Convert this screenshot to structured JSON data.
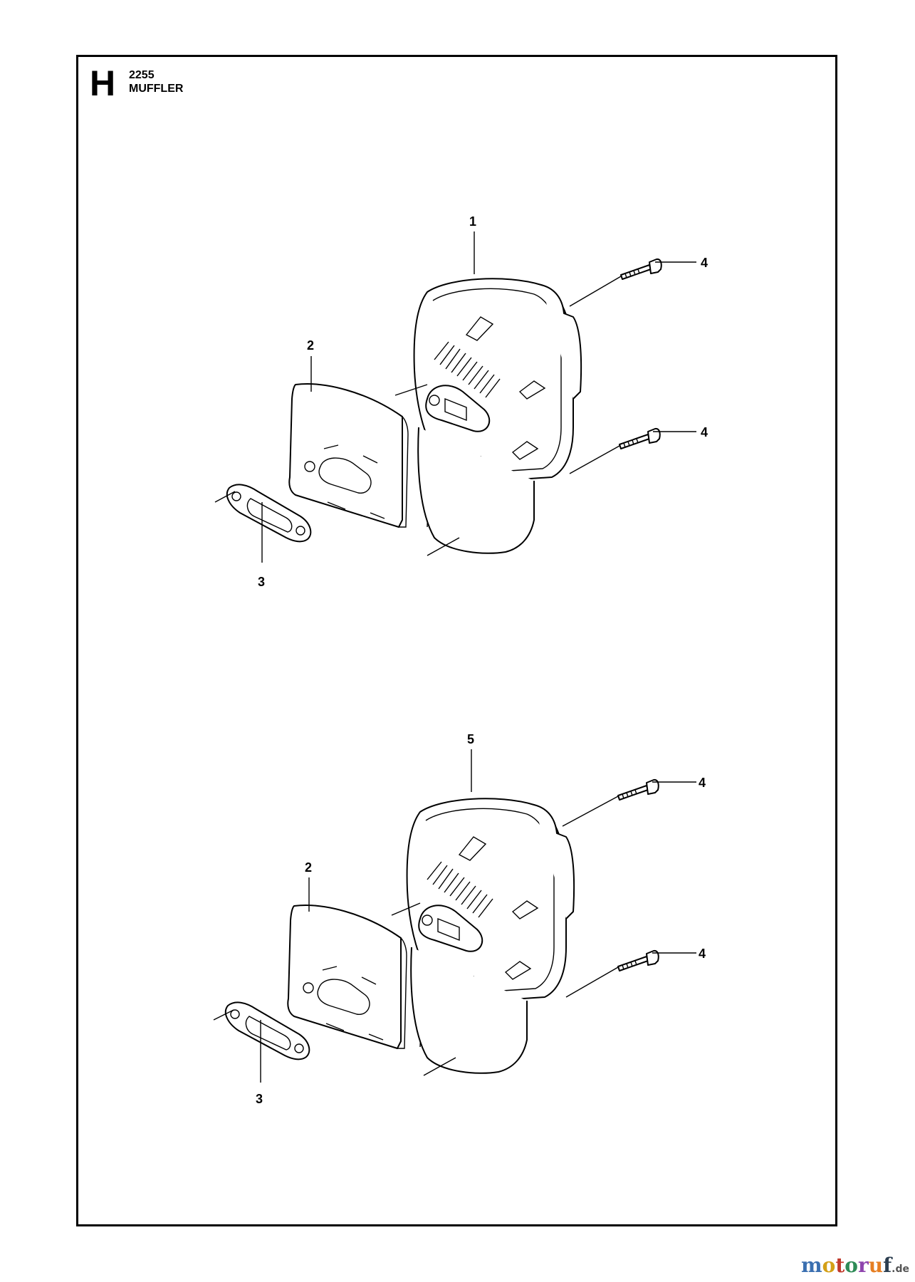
{
  "header": {
    "section_letter": "H",
    "code": "2255",
    "title": "MUFFLER"
  },
  "callouts": {
    "top": {
      "muffler": "1",
      "heat_shield": "2",
      "gasket": "3",
      "bolt_upper": "4",
      "bolt_lower": "4"
    },
    "bottom": {
      "muffler": "5",
      "heat_shield": "2",
      "gasket": "3",
      "bolt_upper": "4",
      "bolt_lower": "4"
    }
  },
  "watermark": {
    "letters": [
      "m",
      "o",
      "t",
      "o",
      "r",
      "u",
      "f"
    ],
    "colors": [
      "#3a6fb0",
      "#d4a017",
      "#c0392b",
      "#2e8b57",
      "#8e44ad",
      "#e67e22",
      "#2c3e50"
    ],
    "tld": ".de"
  },
  "icons": [
    "muffler-icon",
    "heat-shield-icon",
    "gasket-icon",
    "bolt-icon"
  ]
}
